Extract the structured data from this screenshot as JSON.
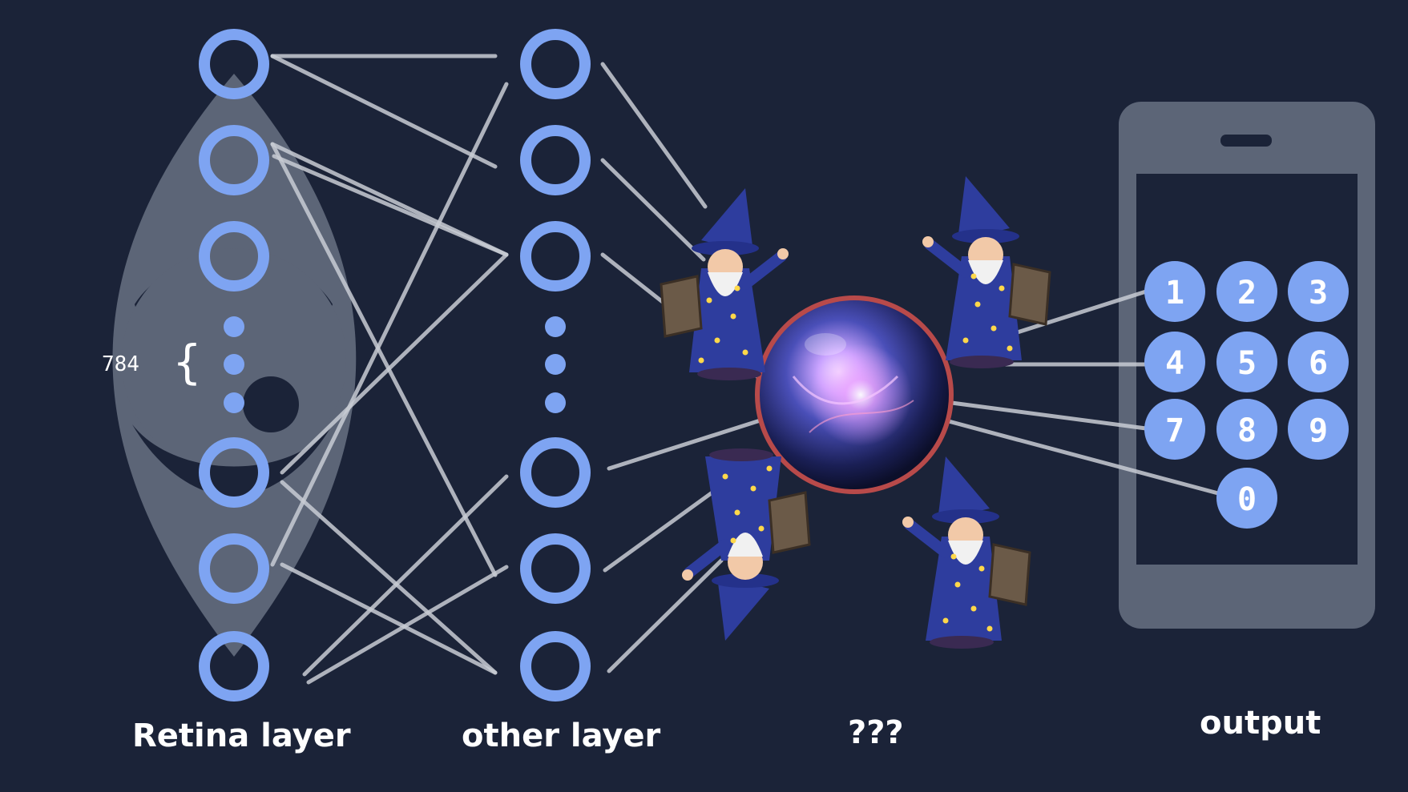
{
  "labels": {
    "retina": "Retina layer",
    "other": "other layer",
    "unknown": "???",
    "output": "output",
    "count": "784",
    "brace": "{"
  },
  "keypad": {
    "keys": [
      "1",
      "2",
      "3",
      "4",
      "5",
      "6",
      "7",
      "8",
      "9",
      "0"
    ]
  },
  "icons": {
    "eye": "eye-icon",
    "phone": "phone-icon",
    "wizard": "wizard-icon",
    "crystal_ball": "crystal-ball-icon"
  },
  "colors": {
    "background": "#1b2338",
    "node": "#7ea4f2",
    "connection": "#c8ccd4",
    "eye": "#5c6577",
    "phone": "#5c6577",
    "screen": "#1b2338",
    "key": "#7ea4f2"
  }
}
